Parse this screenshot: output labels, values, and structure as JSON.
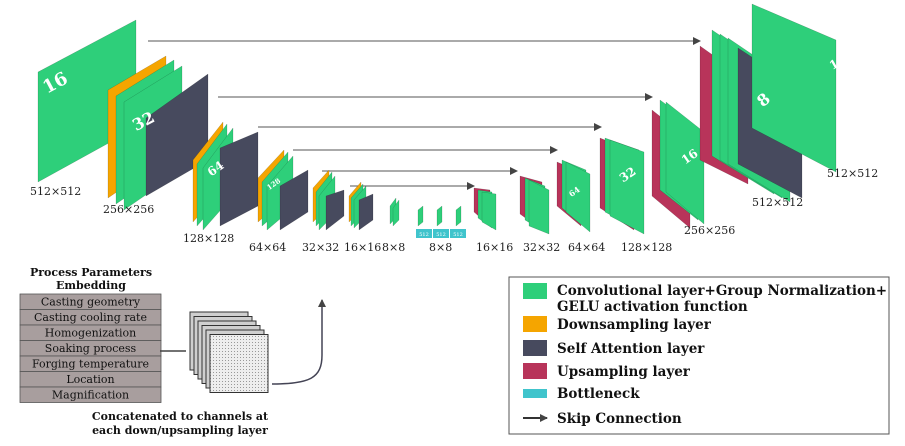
{
  "colors": {
    "conv": "#2ecf7a",
    "down": "#f5a500",
    "attn": "#474a5e",
    "up": "#b8345a",
    "bottleneck": "#40c4cc",
    "skip": "#444444",
    "param_row": "#a89e9e"
  },
  "block_labels": [
    "16",
    "32",
    "64",
    "128",
    "1",
    "8",
    "16",
    "32",
    "64",
    "512",
    "512",
    "512"
  ],
  "dim_labels": {
    "enc1": "512×512",
    "enc2": "256×256",
    "enc3": "128×128",
    "enc4": "64×64",
    "enc5": "32×32",
    "enc6": "16×16",
    "enc7": "8×8",
    "bott": "8×8",
    "dec6": "16×16",
    "dec5": "32×32",
    "dec4": "64×64",
    "dec3": "128×128",
    "dec2": "256×256",
    "dec1": "512×512",
    "out": "512×512"
  },
  "process_params": {
    "title_line1": "Process Parameters",
    "title_line2": "Embedding",
    "rows": [
      "Casting geometry",
      "Casting cooling rate",
      "Homogenization",
      "Soaking process",
      "Forging temperature",
      "Location",
      "Magnification"
    ],
    "caption_line1": "Concatenated to channels at",
    "caption_line2": "each down/upsampling layer"
  },
  "legend": {
    "conv_line1": "Convolutional layer+Group Normalization+",
    "conv_line2": "GELU activation function",
    "down": "Downsampling layer",
    "attn": "Self Attention layer",
    "up": "Upsampling layer",
    "bottleneck": "Bottleneck",
    "skip": "Skip Connection"
  }
}
